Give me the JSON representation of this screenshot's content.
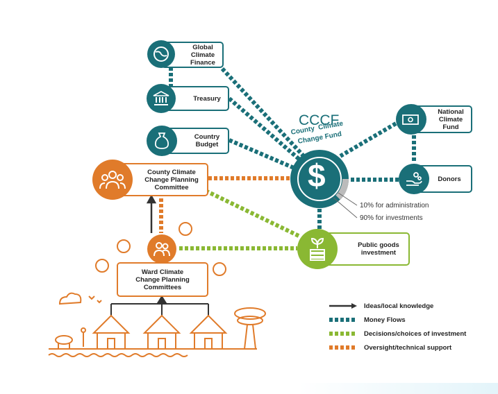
{
  "cccf": {
    "acronym": "CCCF",
    "name_line1": "County  Climate",
    "name_line2": "Change Fund",
    "admin_label": "10% for administration",
    "invest_label": "90% for investments"
  },
  "nodes": {
    "global_climate_finance": "Global\nClimate\nFinance",
    "treasury": "Treasury",
    "country_budget": "Country\nBudget",
    "county_committee": "County Climate\nChange Planning\nCommittee",
    "national_climate_fund": "National\nClimate\nFund",
    "donors": "Donors",
    "public_goods": "Public goods\ninvestment",
    "ward_committees": "Ward Climate\nChange Planning\nCommittees"
  },
  "legend": [
    {
      "label": "Ideas/local knowledge",
      "color": "#333333"
    },
    {
      "label": "Money Flows",
      "color": "#1a6f78"
    },
    {
      "label": "Decisions/choices of investment",
      "color": "#8ab833"
    },
    {
      "label": "Oversight/technical support",
      "color": "#e07b2a"
    }
  ],
  "colors": {
    "teal": "#1a6f78",
    "orange": "#e07b2a",
    "green": "#8ab833"
  }
}
